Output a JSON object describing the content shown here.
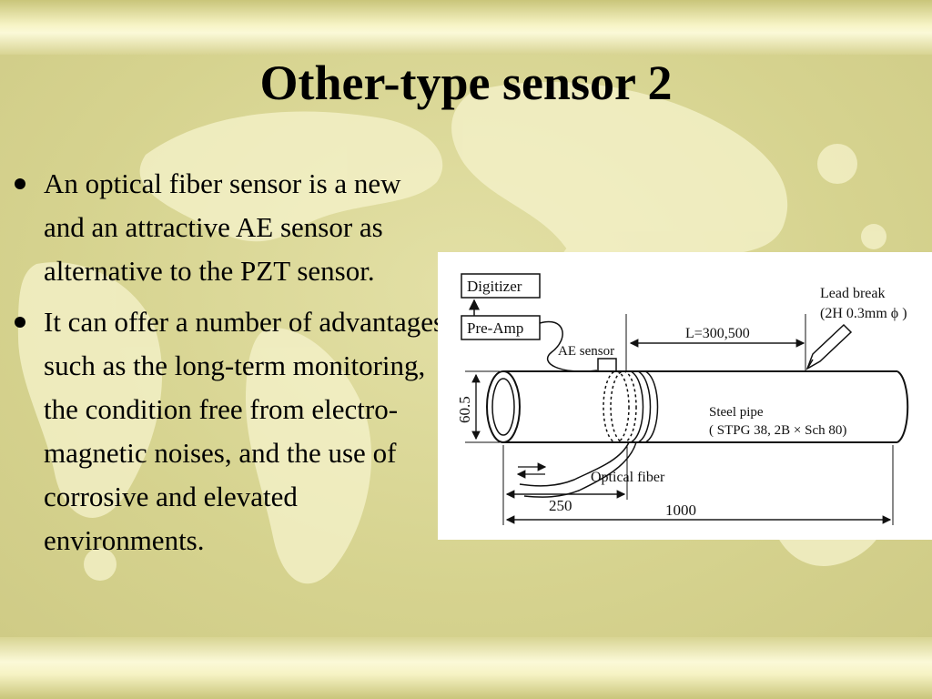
{
  "slide": {
    "title": "Other-type sensor 2",
    "bullets": [
      "An optical fiber sensor is a new and an attractive AE sensor as alternative to the PZT sensor.",
      "It can offer a number of advantages such as the long-term monitoring, the condition free from electro-magnetic noises, and the use of corrosive and elevated environments."
    ]
  },
  "figure": {
    "digitizer": "Digitizer",
    "preamp": "Pre-Amp",
    "ae_sensor": "AE sensor",
    "length": "L=300,500",
    "lead_break_1": "Lead break",
    "lead_break_2": "(2H 0.3mm ϕ )",
    "diameter": "60.5",
    "pipe_1": "Steel pipe",
    "pipe_2": "( STPG 38, 2B × Sch 80)",
    "optical_fiber": "Optical fiber",
    "dim_250": "250",
    "dim_1000": "1000"
  },
  "colors": {
    "background": "#e9e6a8",
    "map": "#f4f1c6",
    "text": "#000000"
  }
}
